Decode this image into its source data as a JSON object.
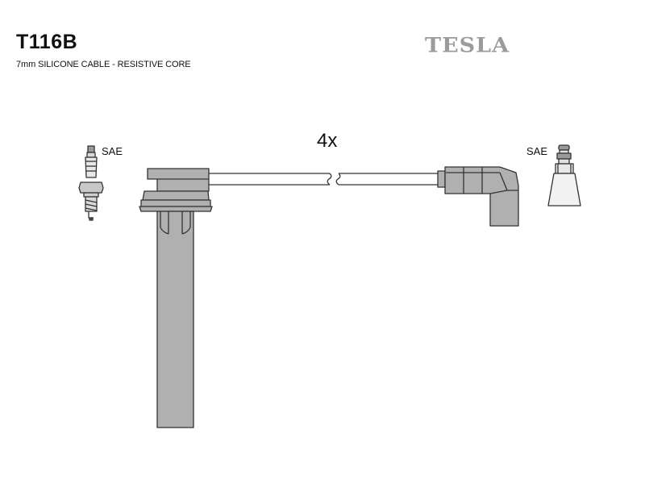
{
  "header": {
    "part_code": "T116B",
    "subtitle": "7mm SILICONE CABLE - RESISTIVE CORE",
    "brand_logo": "TESLA"
  },
  "diagram": {
    "quantity_label": "4x",
    "left_terminal_label": "SAE",
    "right_terminal_label": "SAE"
  },
  "colors": {
    "part_fill": "#b0b0b0",
    "outline": "#333333",
    "logo": "#9b9b9b"
  }
}
